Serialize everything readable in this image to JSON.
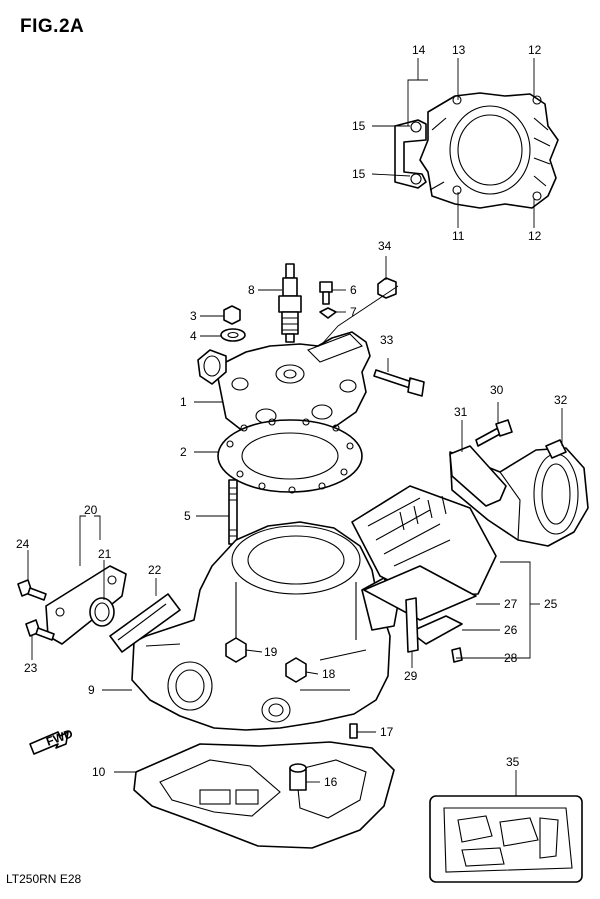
{
  "figure": {
    "title": "FIG.2A"
  },
  "footer": {
    "model": "LT250RN",
    "code": "E28"
  },
  "fwd_label": "FWD",
  "callouts": {
    "c1": "1",
    "c2": "2",
    "c3": "3",
    "c4": "4",
    "c5": "5",
    "c6": "6",
    "c7": "7",
    "c8": "8",
    "c9": "9",
    "c10": "10",
    "c11": "11",
    "c12a": "12",
    "c12b": "12",
    "c13": "13",
    "c14": "14",
    "c15a": "15",
    "c15b": "15",
    "c16": "16",
    "c17": "17",
    "c18": "18",
    "c19": "19",
    "c20": "20",
    "c21": "21",
    "c22": "22",
    "c23": "23",
    "c24": "24",
    "c25": "25",
    "c26": "26",
    "c27": "27",
    "c28": "28",
    "c29": "29",
    "c30": "30",
    "c31": "31",
    "c32": "32",
    "c33": "33",
    "c34": "34",
    "c35": "35"
  }
}
